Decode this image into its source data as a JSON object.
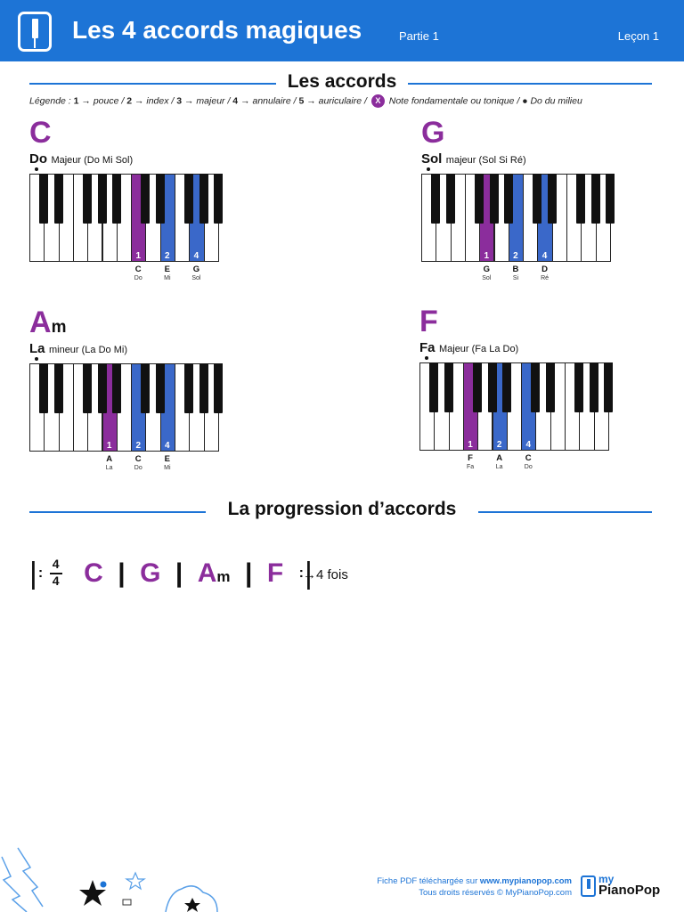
{
  "header": {
    "title": "Les 4 accords magiques",
    "part": "Partie 1",
    "lesson": "Leçon 1"
  },
  "sections": {
    "chords_title": "Les accords",
    "progression_title": "La progression d’accords"
  },
  "legend": {
    "label": "Légende :",
    "f1": "1",
    "f1_txt": "→ pouce /",
    "f2": "2",
    "f2_txt": "→ index /",
    "f3": "3",
    "f3_txt": "→ majeur /",
    "f4": "4",
    "f4_txt": "→ annulaire /",
    "f5": "5",
    "f5_txt": "→ auriculaire /",
    "root_badge": "X",
    "root_txt": "Note fondamentale ou tonique /",
    "middle_txt": "● Do du milieu"
  },
  "chords": [
    {
      "letter": "C",
      "suffix": "",
      "name": "Do",
      "desc": "Majeur (Do Mi Sol)",
      "notes": [
        {
          "finger": "1",
          "note": "C",
          "fr": "Do",
          "white_index": 7,
          "role": "root"
        },
        {
          "finger": "2",
          "note": "E",
          "fr": "Mi",
          "white_index": 9,
          "role": "other"
        },
        {
          "finger": "4",
          "note": "G",
          "fr": "Sol",
          "white_index": 11,
          "role": "other"
        }
      ]
    },
    {
      "letter": "G",
      "suffix": "",
      "name": "Sol",
      "desc": "majeur (Sol Si Ré)",
      "notes": [
        {
          "finger": "1",
          "note": "G",
          "fr": "Sol",
          "white_index": 4,
          "role": "root"
        },
        {
          "finger": "2",
          "note": "B",
          "fr": "Si",
          "white_index": 6,
          "role": "other"
        },
        {
          "finger": "4",
          "note": "D",
          "fr": "Ré",
          "white_index": 8,
          "role": "other"
        }
      ]
    },
    {
      "letter": "A",
      "suffix": "m",
      "name": "La",
      "desc": "mineur (La Do Mi)",
      "notes": [
        {
          "finger": "1",
          "note": "A",
          "fr": "La",
          "white_index": 5,
          "role": "root"
        },
        {
          "finger": "2",
          "note": "C",
          "fr": "Do",
          "white_index": 7,
          "role": "other"
        },
        {
          "finger": "4",
          "note": "E",
          "fr": "Mi",
          "white_index": 9,
          "role": "other"
        }
      ]
    },
    {
      "letter": "F",
      "suffix": "",
      "name": "Fa",
      "desc": "Majeur (Fa La Do)",
      "notes": [
        {
          "finger": "1",
          "note": "F",
          "fr": "Fa",
          "white_index": 3,
          "role": "root"
        },
        {
          "finger": "2",
          "note": "A",
          "fr": "La",
          "white_index": 5,
          "role": "other"
        },
        {
          "finger": "4",
          "note": "C",
          "fr": "Do",
          "white_index": 7,
          "role": "other"
        }
      ]
    }
  ],
  "progression": {
    "time_sig_top": "4",
    "time_sig_bottom": "4",
    "chords": [
      {
        "letter": "C",
        "suffix": ""
      },
      {
        "letter": "G",
        "suffix": ""
      },
      {
        "letter": "A",
        "suffix": "m"
      },
      {
        "letter": "F",
        "suffix": ""
      }
    ],
    "repeat": "→4 fois"
  },
  "footer": {
    "line1_prefix": "Fiche PDF téléchargée sur",
    "line1_site": "www.mypianopop.com",
    "line2": "Tous droits réservés © MyPianoPop.com",
    "brand_my": "my",
    "brand_name": "PianoPop"
  },
  "colors": {
    "header_blue": "#1d74d6",
    "root_purple": "#8b2d9c",
    "other_blue": "#3a68c9"
  }
}
